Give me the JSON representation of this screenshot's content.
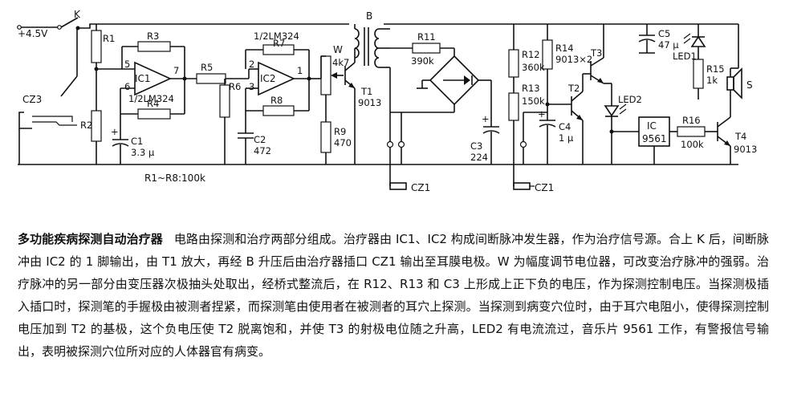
{
  "schematic": {
    "supply": "+4.5V",
    "switch": "K",
    "resistors": {
      "r1": "R1",
      "r2": "R2",
      "r3": "R3",
      "r4": "R4",
      "r5": "R5",
      "r6": "R6",
      "r7": "R7",
      "r8": "R8",
      "r9": "R9",
      "r9_value": "470",
      "r11": "R11",
      "r11_value": "390k",
      "r12": "R12",
      "r12_value": "360k",
      "r13": "R13",
      "r13_value": "150k",
      "r14": "R14",
      "r14_value": "9013×2",
      "r15": "R15",
      "r15_value": "1k",
      "r16": "R16",
      "r16_value": "100k"
    },
    "capacitors": {
      "c1": "C1",
      "c1_value": "3.3 μ",
      "c2": "C2",
      "c2_value": "472",
      "c3": "C3",
      "c3_value": "224",
      "c4": "C4",
      "c4_value": "1 μ",
      "c5": "C5",
      "c5_value": "47 μ"
    },
    "ics": {
      "ic1": "IC1",
      "ic1_part": "1/2LM324",
      "ic2": "IC2",
      "ic2_part": "1/2LM324",
      "ic3": "IC",
      "ic3_part": "9561"
    },
    "pins": {
      "p5": "5",
      "p6": "6",
      "p7": "7",
      "p1": "1",
      "p2": "2",
      "p3": "3"
    },
    "transistors": {
      "t1": "T1",
      "t1_part": "9013",
      "t2": "T2",
      "t3": "T3",
      "t4": "T4",
      "t4_part": "9013"
    },
    "pot": "W",
    "pot_value": "4k7",
    "transformer": "B",
    "leds": {
      "led1": "LED1",
      "led2": "LED2"
    },
    "speaker": "S",
    "jacks": {
      "cz3": "CZ3",
      "cz1_a": "CZ1",
      "cz1_b": "CZ1"
    },
    "note": "R1~R8:100k",
    "plus": "+"
  },
  "caption": {
    "title": "多功能疾病探测自动治疗器",
    "text": "电路由探测和治疗两部分组成。治疗器由 IC1、IC2 构成间断脉冲发生器，作为治疗信号源。合上 K 后，间断脉冲由 IC2 的 1 脚输出，由 T1 放大，再经 B 升压后由治疗器插口 CZ1 输出至耳膜电极。W 为幅度调节电位器，可改变治疗脉冲的强弱。治疗脉冲的另一部分由变压器次极抽头处取出，经桥式整流后，在 R12、R13 和 C3 上形成上正下负的电压，作为探测控制电压。当探测极插入插口时，探测笔的手握极由被测者捏紧，而探测笔由使用者在被测者的耳穴上探测。当探测到病变穴位时，由于耳穴电阻小，使得探测控制电压加到 T2 的基极，这个负电压使 T2 脱离饱和，并使 T3 的射极电位随之升高，LED2 有电流流过，音乐片 9561 工作，有警报信号输出，表明被探测穴位所对应的人体器官有病变。"
  }
}
